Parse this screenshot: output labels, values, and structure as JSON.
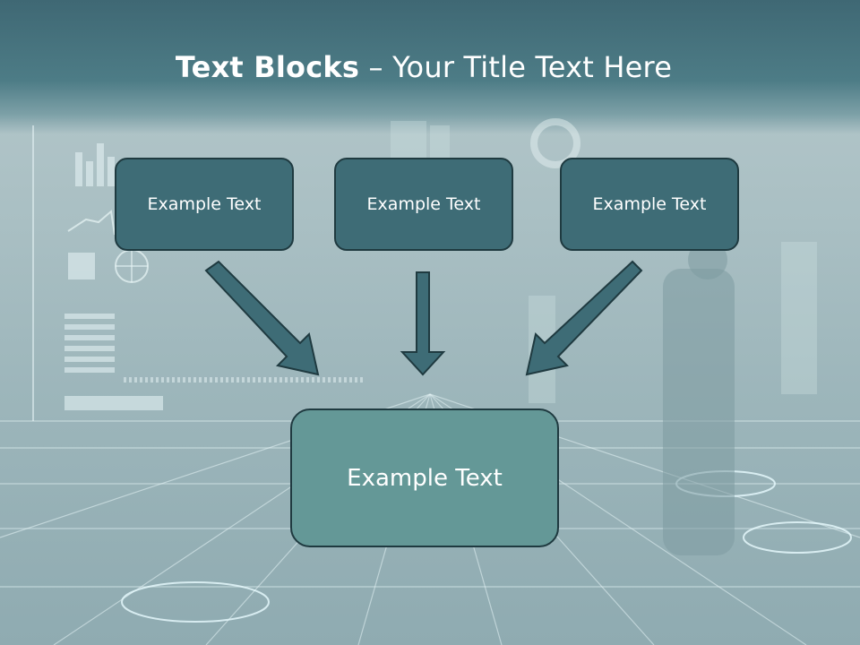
{
  "title": {
    "bold": "Text Blocks",
    "dash": " – ",
    "rest": "Your Title Text Here"
  },
  "blocks": [
    {
      "label": "Example Text"
    },
    {
      "label": "Example Text"
    },
    {
      "label": "Example Text"
    }
  ],
  "center_block": {
    "label": "Example Text"
  },
  "colors": {
    "header": "#3f6874",
    "box_dark": "#3e6c76",
    "box_center": "#649897",
    "arrow": "#3e6c76",
    "border": "#1f3a40"
  }
}
